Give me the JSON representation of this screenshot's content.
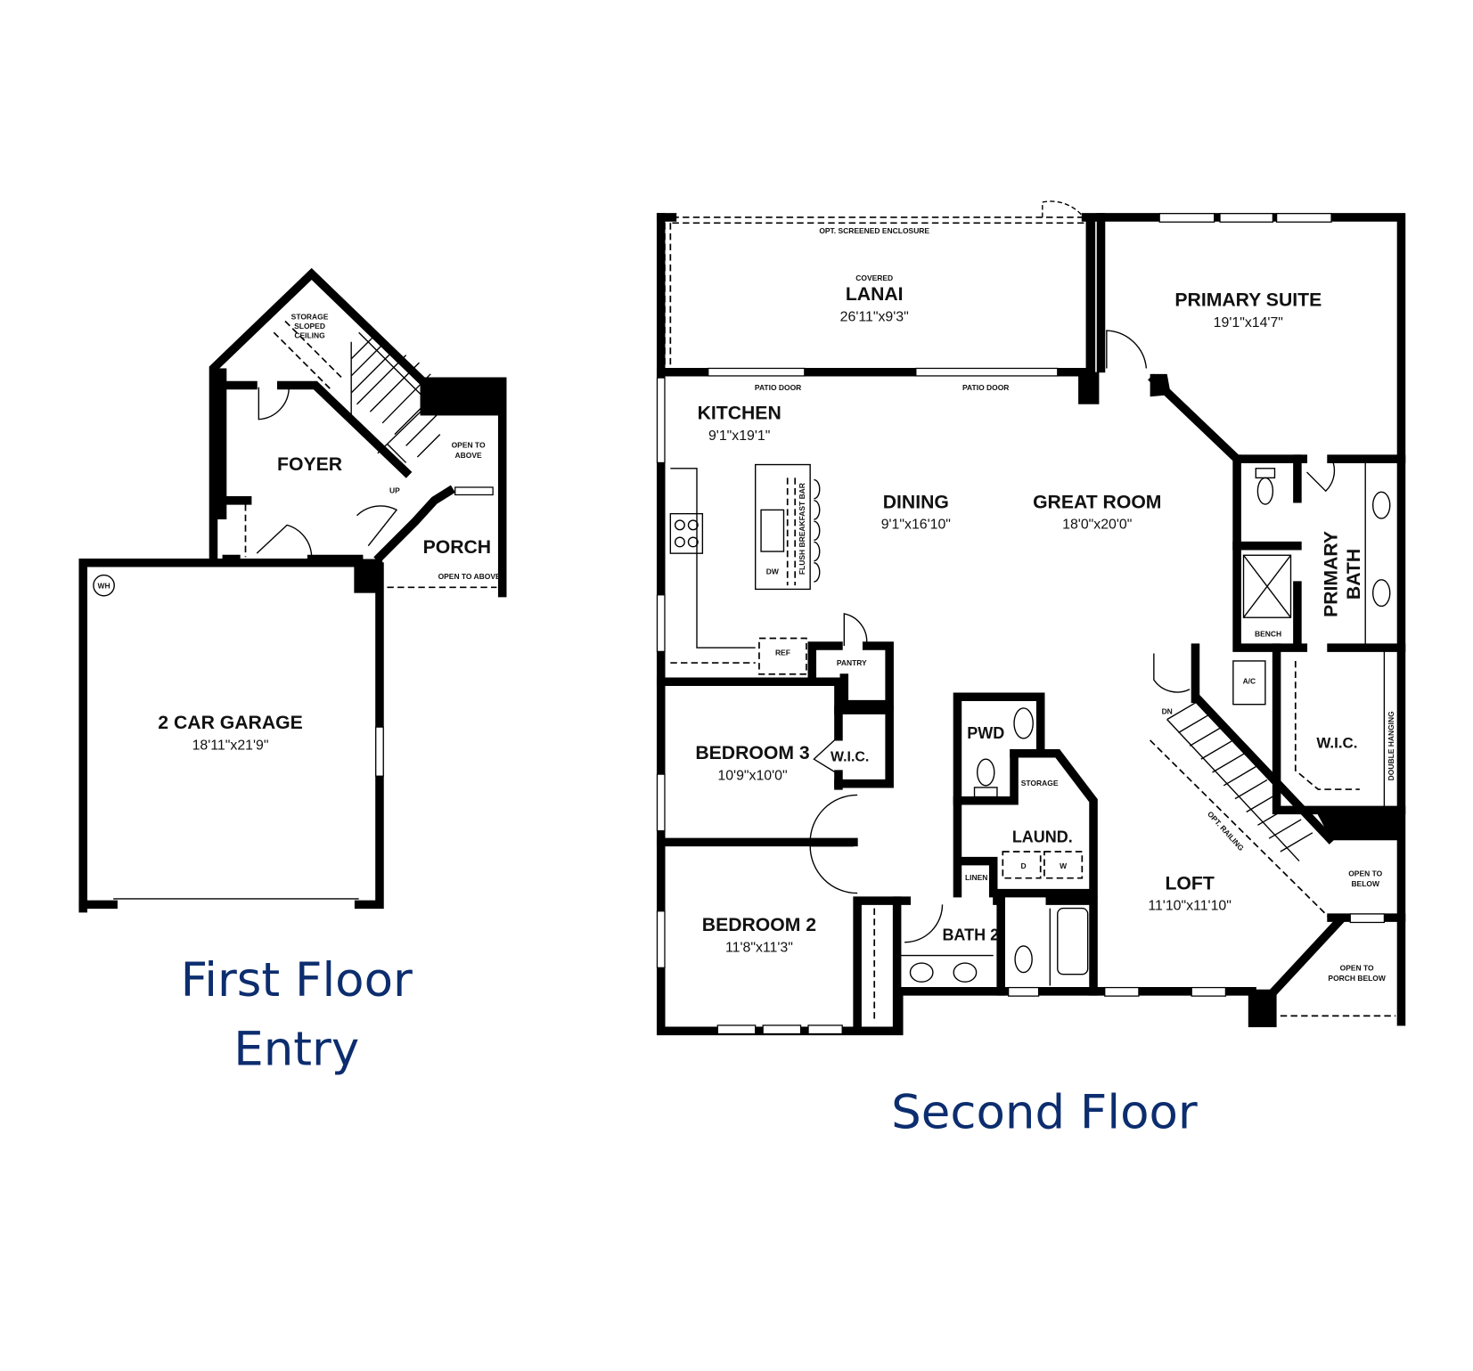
{
  "colors": {
    "title": "#0c2d6e",
    "walls": "#000000"
  },
  "first_floor": {
    "title_line1": "First Floor",
    "title_line2": "Entry",
    "rooms": {
      "garage": {
        "name": "2 CAR GARAGE",
        "dims": "18'11\"x21'9\""
      },
      "foyer": {
        "name": "FOYER"
      },
      "porch": {
        "name": "PORCH"
      }
    },
    "notes": {
      "wh": "WH",
      "storage1": "STORAGE",
      "storage2": "SLOPED",
      "storage3": "CEILING",
      "open_above1": "OPEN TO",
      "open_above2": "ABOVE",
      "porch_open": "OPEN TO ABOVE",
      "up": "UP"
    }
  },
  "second_floor": {
    "title": "Second Floor",
    "rooms": {
      "lanai": {
        "prefix": "COVERED",
        "name": "LANAI",
        "dims": "26'11\"x9'3\""
      },
      "primary_suite": {
        "name": "PRIMARY SUITE",
        "dims": "19'1\"x14'7\""
      },
      "kitchen": {
        "name": "KITCHEN",
        "dims": "9'1\"x19'1\""
      },
      "dining": {
        "name": "DINING",
        "dims": "9'1\"x16'10\""
      },
      "great_room": {
        "name": "GREAT ROOM",
        "dims": "18'0\"x20'0\""
      },
      "primary_bath": {
        "name1": "PRIMARY",
        "name2": "BATH"
      },
      "bedroom3": {
        "name": "BEDROOM 3",
        "dims": "10'9\"x10'0\""
      },
      "bedroom3_wic": {
        "name": "W.I.C."
      },
      "bedroom2": {
        "name": "BEDROOM 2",
        "dims": "11'8\"x11'3\""
      },
      "pwd": {
        "name": "PWD"
      },
      "laundry": {
        "name": "LAUND."
      },
      "bath2": {
        "name": "BATH 2"
      },
      "loft": {
        "name": "LOFT",
        "dims": "11'10\"x11'10\""
      },
      "primary_wic": {
        "name": "W.I.C."
      }
    },
    "notes": {
      "screened": "OPT. SCREENED ENCLOSURE",
      "patio_door_1": "PATIO DOOR",
      "patio_door_2": "PATIO DOOR",
      "breakfast_bar": "FLUSH BREAKFAST BAR",
      "dw": "DW",
      "ref": "REF",
      "pantry": "PANTRY",
      "bench": "BENCH",
      "ac": "A/C",
      "dn": "DN",
      "double_hanging": "DOUBLE HANGING",
      "storage": "STORAGE",
      "dryer": "D",
      "washer": "W",
      "linen": "LINEN",
      "railing": "OPT. RAILING",
      "open_below1": "OPEN TO",
      "open_below2": "BELOW",
      "porch_below1": "OPEN TO",
      "porch_below2": "PORCH BELOW"
    }
  }
}
